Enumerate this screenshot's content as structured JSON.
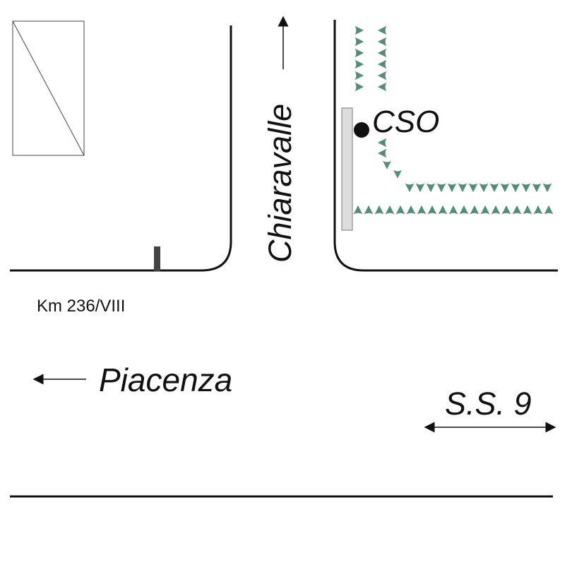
{
  "labels": {
    "km_marker": "Km 236/VIII",
    "west_destination": "Piacenza",
    "north_destination": "Chiaravalle",
    "road_name": "S.S. 9",
    "site_code": "CSO"
  },
  "colors": {
    "road_line": "#111111",
    "vegetation": "#4f8f78",
    "site_marker": "#111111",
    "wall_fill": "#dddddd",
    "wall_stroke": "#777777",
    "post": "#444444"
  },
  "icons": {
    "direction_arrow": "arrow-icon",
    "vegetation_mark": "tree-icon",
    "site_marker": "dot-icon"
  }
}
